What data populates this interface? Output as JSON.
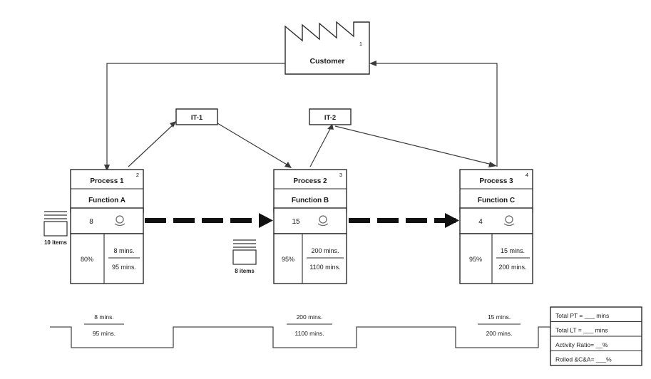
{
  "diagram": {
    "type": "value-stream-map",
    "customer": {
      "label": "Customer",
      "badge": "1"
    },
    "it_systems": [
      {
        "id": "it1",
        "label": "IT-1"
      },
      {
        "id": "it2",
        "label": "IT-2"
      }
    ],
    "processes": [
      {
        "badge": "2",
        "name": "Process 1",
        "function": "Function A",
        "operators": "8",
        "operator_icon": "operator-icon",
        "quality_pct": "80%",
        "process_time": "8 mins.",
        "lead_time": "95 mins."
      },
      {
        "badge": "3",
        "name": "Process 2",
        "function": "Function B",
        "operators": "15",
        "operator_icon": "operator-icon",
        "quality_pct": "95%",
        "process_time": "200 mins.",
        "lead_time": "1100 mins."
      },
      {
        "badge": "4",
        "name": "Process 3",
        "function": "Function C",
        "operators": "4",
        "operator_icon": "operator-icon",
        "quality_pct": "95%",
        "process_time": "15 mins.",
        "lead_time": "200 mins."
      }
    ],
    "inventories": [
      {
        "id": "inv1",
        "label": "10 items"
      },
      {
        "id": "inv2",
        "label": "8 items"
      }
    ],
    "timeline": {
      "segments": [
        {
          "process_time": "8 mins.",
          "lead_time": "95 mins."
        },
        {
          "process_time": "200 mins.",
          "lead_time": "1100 mins."
        },
        {
          "process_time": "15 mins.",
          "lead_time": "200 mins."
        }
      ]
    },
    "summary": {
      "rows": [
        "Total PT = ___ mins",
        "Total LT = ___ mins",
        "Activity Ratio= __%",
        "Rolled &C&A= ___%"
      ]
    },
    "colors": {
      "background": "#ffffff",
      "line": "#2b2b2b",
      "flow_line": "#4a4a4a",
      "material_arrow": "#111111",
      "icon_gray": "#6b6b6b"
    }
  }
}
